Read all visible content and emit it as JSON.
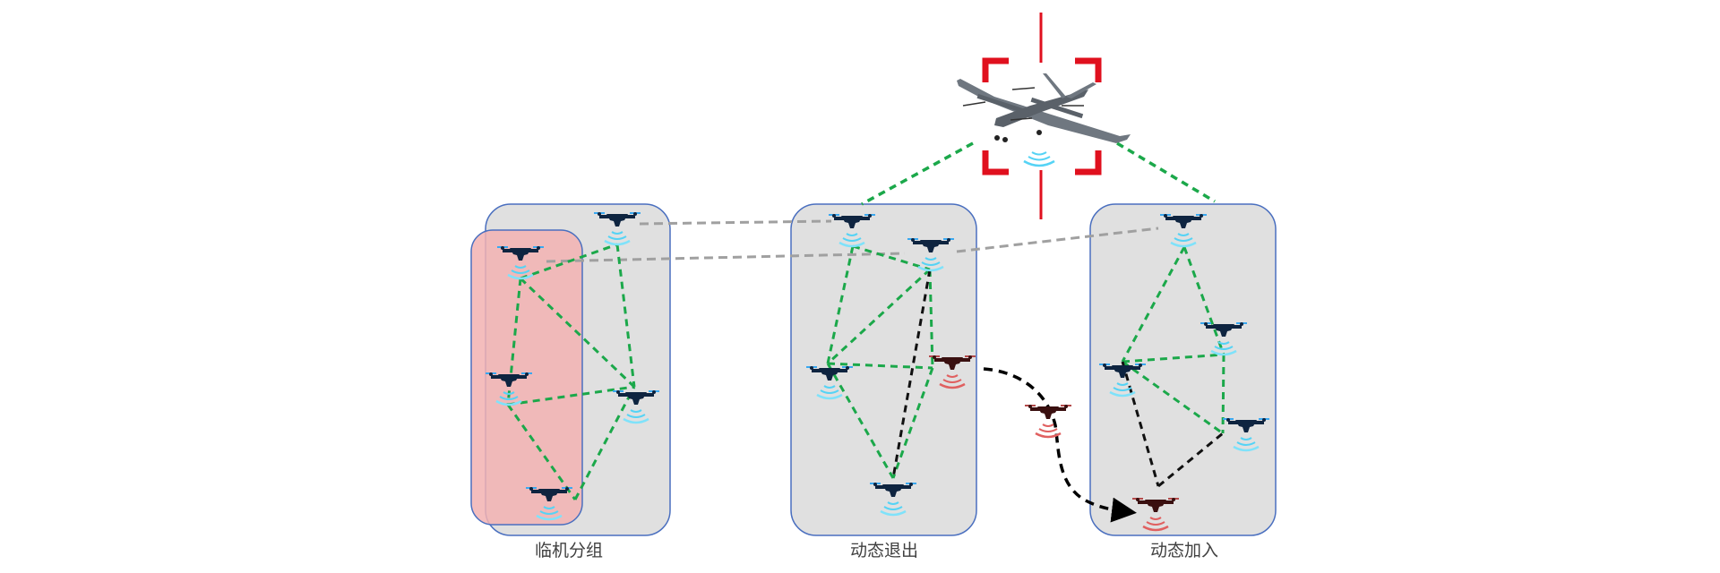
{
  "diagram": {
    "title": "",
    "panels": [
      {
        "id": "ad-hoc-grouping",
        "caption": "临机分组",
        "subgroup_highlight": "pink",
        "drones": [
          {
            "id": "p1-d1",
            "status": "active"
          },
          {
            "id": "p1-d2",
            "status": "active",
            "subgroup": true
          },
          {
            "id": "p1-d3",
            "status": "active",
            "subgroup": true
          },
          {
            "id": "p1-d4",
            "status": "active"
          },
          {
            "id": "p1-d5",
            "status": "active",
            "subgroup": true
          }
        ],
        "links": [
          {
            "from": "p1-d2",
            "to": "p1-d1",
            "type": "green"
          },
          {
            "from": "p1-d1",
            "to": "p1-d4",
            "type": "green"
          },
          {
            "from": "p1-d2",
            "to": "p1-d4",
            "type": "green"
          },
          {
            "from": "p1-d2",
            "to": "p1-d3",
            "type": "green"
          },
          {
            "from": "p1-d3",
            "to": "p1-d4",
            "type": "green"
          },
          {
            "from": "p1-d3",
            "to": "p1-d5",
            "type": "green"
          },
          {
            "from": "p1-d5",
            "to": "p1-d4",
            "type": "green"
          }
        ]
      },
      {
        "id": "dynamic-exit",
        "caption": "动态退出",
        "drones": [
          {
            "id": "p2-d1",
            "status": "active"
          },
          {
            "id": "p2-d2",
            "status": "active"
          },
          {
            "id": "p2-d3",
            "status": "active"
          },
          {
            "id": "p2-d4",
            "status": "exiting"
          },
          {
            "id": "p2-d5",
            "status": "active"
          }
        ],
        "links": [
          {
            "from": "p2-d1",
            "to": "p2-d2",
            "type": "green"
          },
          {
            "from": "p2-d1",
            "to": "p2-d3",
            "type": "green"
          },
          {
            "from": "p2-d2",
            "to": "p2-d3",
            "type": "green"
          },
          {
            "from": "p2-d2",
            "to": "p2-d4",
            "type": "green"
          },
          {
            "from": "p2-d3",
            "to": "p2-d4",
            "type": "green"
          },
          {
            "from": "p2-d3",
            "to": "p2-d5",
            "type": "green"
          },
          {
            "from": "p2-d4",
            "to": "p2-d5",
            "type": "green"
          },
          {
            "from": "p2-d2",
            "to": "p2-d5",
            "type": "black"
          }
        ]
      },
      {
        "id": "dynamic-join",
        "caption": "动态加入",
        "drones": [
          {
            "id": "p3-d1",
            "status": "active"
          },
          {
            "id": "p3-d2",
            "status": "active"
          },
          {
            "id": "p3-d3",
            "status": "active"
          },
          {
            "id": "p3-d4",
            "status": "active"
          },
          {
            "id": "p3-d5",
            "status": "joining"
          }
        ],
        "links": [
          {
            "from": "p3-d1",
            "to": "p3-d2",
            "type": "green"
          },
          {
            "from": "p3-d1",
            "to": "p3-d3",
            "type": "green"
          },
          {
            "from": "p3-d3",
            "to": "p3-d2",
            "type": "green"
          },
          {
            "from": "p3-d2",
            "to": "p3-d4",
            "type": "green"
          },
          {
            "from": "p3-d3",
            "to": "p3-d4",
            "type": "green"
          },
          {
            "from": "p3-d3",
            "to": "p3-d5",
            "type": "black"
          },
          {
            "from": "p3-d5",
            "to": "p3-d4",
            "type": "black"
          }
        ]
      }
    ],
    "command_aircraft": {
      "type": "fixed-wing VTOL UAV",
      "targeted": true
    },
    "transit_drone": {
      "status": "in-transit"
    },
    "legend_colors": {
      "link_green": "#1ba84a",
      "link_black": "#111111",
      "link_gray": "#a0a0a0",
      "target_red": "#e0101e",
      "panel_fill": "#e0e0e0",
      "panel_border": "#4a6fbf",
      "subgroup_fill": "#f2b8b8",
      "drone_body": "#0e2440",
      "drone_rotor": "#3aa8f0",
      "signal_blue": "#55d3f5",
      "drone_red_body": "#3a1010",
      "signal_red": "#e06060"
    }
  }
}
